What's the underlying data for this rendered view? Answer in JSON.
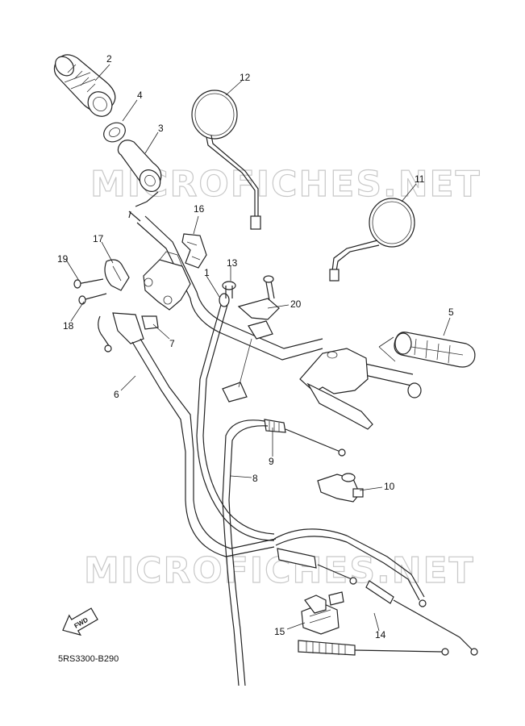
{
  "watermark": "MICROFICHES.NET",
  "diagram_code": "5RS3300-B290",
  "fwd_label": "FWD",
  "callouts": [
    {
      "id": "2"
    },
    {
      "id": "4"
    },
    {
      "id": "3"
    },
    {
      "id": "12"
    },
    {
      "id": "11"
    },
    {
      "id": "16"
    },
    {
      "id": "17"
    },
    {
      "id": "19"
    },
    {
      "id": "18"
    },
    {
      "id": "1"
    },
    {
      "id": "13"
    },
    {
      "id": "20"
    },
    {
      "id": "7"
    },
    {
      "id": "5"
    },
    {
      "id": "6"
    },
    {
      "id": "9"
    },
    {
      "id": "8"
    },
    {
      "id": "10"
    },
    {
      "id": "14"
    },
    {
      "id": "15"
    }
  ]
}
